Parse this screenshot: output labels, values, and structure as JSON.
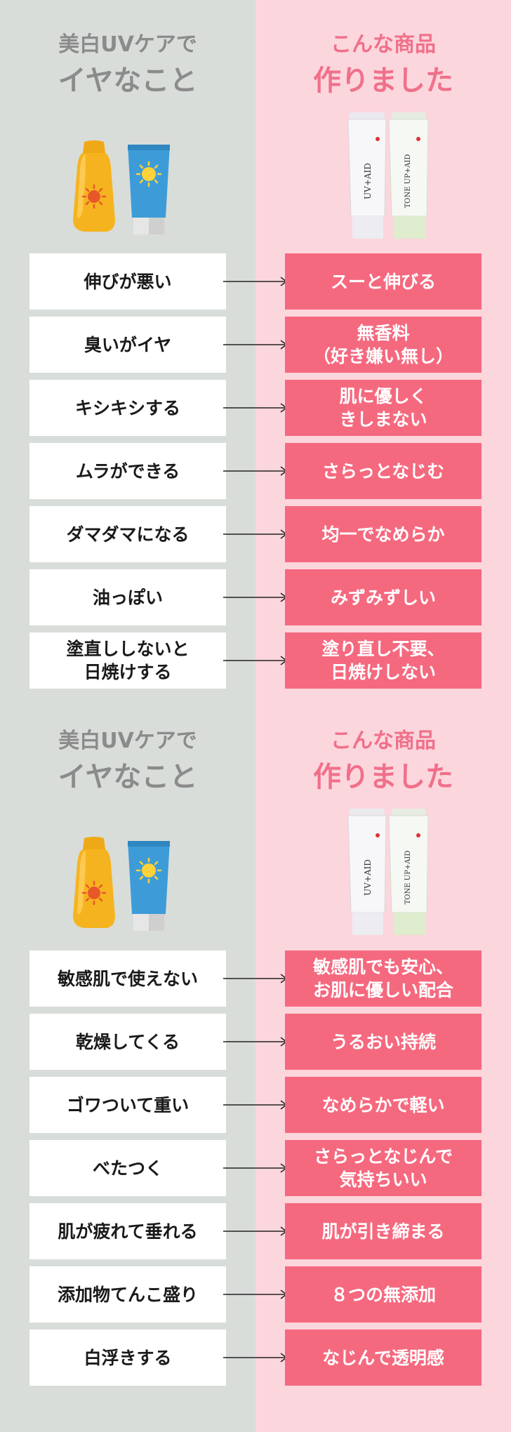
{
  "colors": {
    "left_bg": "#d9ddda",
    "right_bg": "#fcd6dd",
    "left_heading": "#8b8b8b",
    "right_heading": "#f0708a",
    "pink_box": "#f5697f"
  },
  "sections": [
    {
      "left_heading": {
        "line1": "美白UVケアで",
        "line2": "イヤなこと"
      },
      "right_heading": {
        "line1": "こんな商品",
        "line2": "作りました"
      },
      "tube_labels": {
        "tube1": "UV+AID",
        "tube2": "TONE UP+AID"
      },
      "rows": [
        {
          "problem": "伸びが悪い",
          "solution": "スーと伸びる"
        },
        {
          "problem": "臭いがイヤ",
          "solution": "無香料\n（好き嫌い無し）"
        },
        {
          "problem": "キシキシする",
          "solution": "肌に優しく\nきしまない"
        },
        {
          "problem": "ムラができる",
          "solution": "さらっとなじむ"
        },
        {
          "problem": "ダマダマになる",
          "solution": "均一でなめらか"
        },
        {
          "problem": "油っぽい",
          "solution": "みずみずしい"
        },
        {
          "problem": "塗直ししないと\n日焼けする",
          "solution": "塗り直し不要、\n日焼けしない"
        }
      ]
    },
    {
      "left_heading": {
        "line1": "美白UVケアで",
        "line2": "イヤなこと"
      },
      "right_heading": {
        "line1": "こんな商品",
        "line2": "作りました"
      },
      "tube_labels": {
        "tube1": "UV+AID",
        "tube2": "TONE UP+AID"
      },
      "rows": [
        {
          "problem": "敏感肌で使えない",
          "solution": "敏感肌でも安心、\nお肌に優しい配合"
        },
        {
          "problem": "乾燥してくる",
          "solution": "うるおい持続"
        },
        {
          "problem": "ゴワついて重い",
          "solution": "なめらかで軽い"
        },
        {
          "problem": "べたつく",
          "solution": "さらっとなじんで\n気持ちいい"
        },
        {
          "problem": "肌が疲れて垂れる",
          "solution": "肌が引き締まる"
        },
        {
          "problem": "添加物てんこ盛り",
          "solution": "８つの無添加"
        },
        {
          "problem": "白浮きする",
          "solution": "なじんで透明感"
        }
      ]
    }
  ]
}
